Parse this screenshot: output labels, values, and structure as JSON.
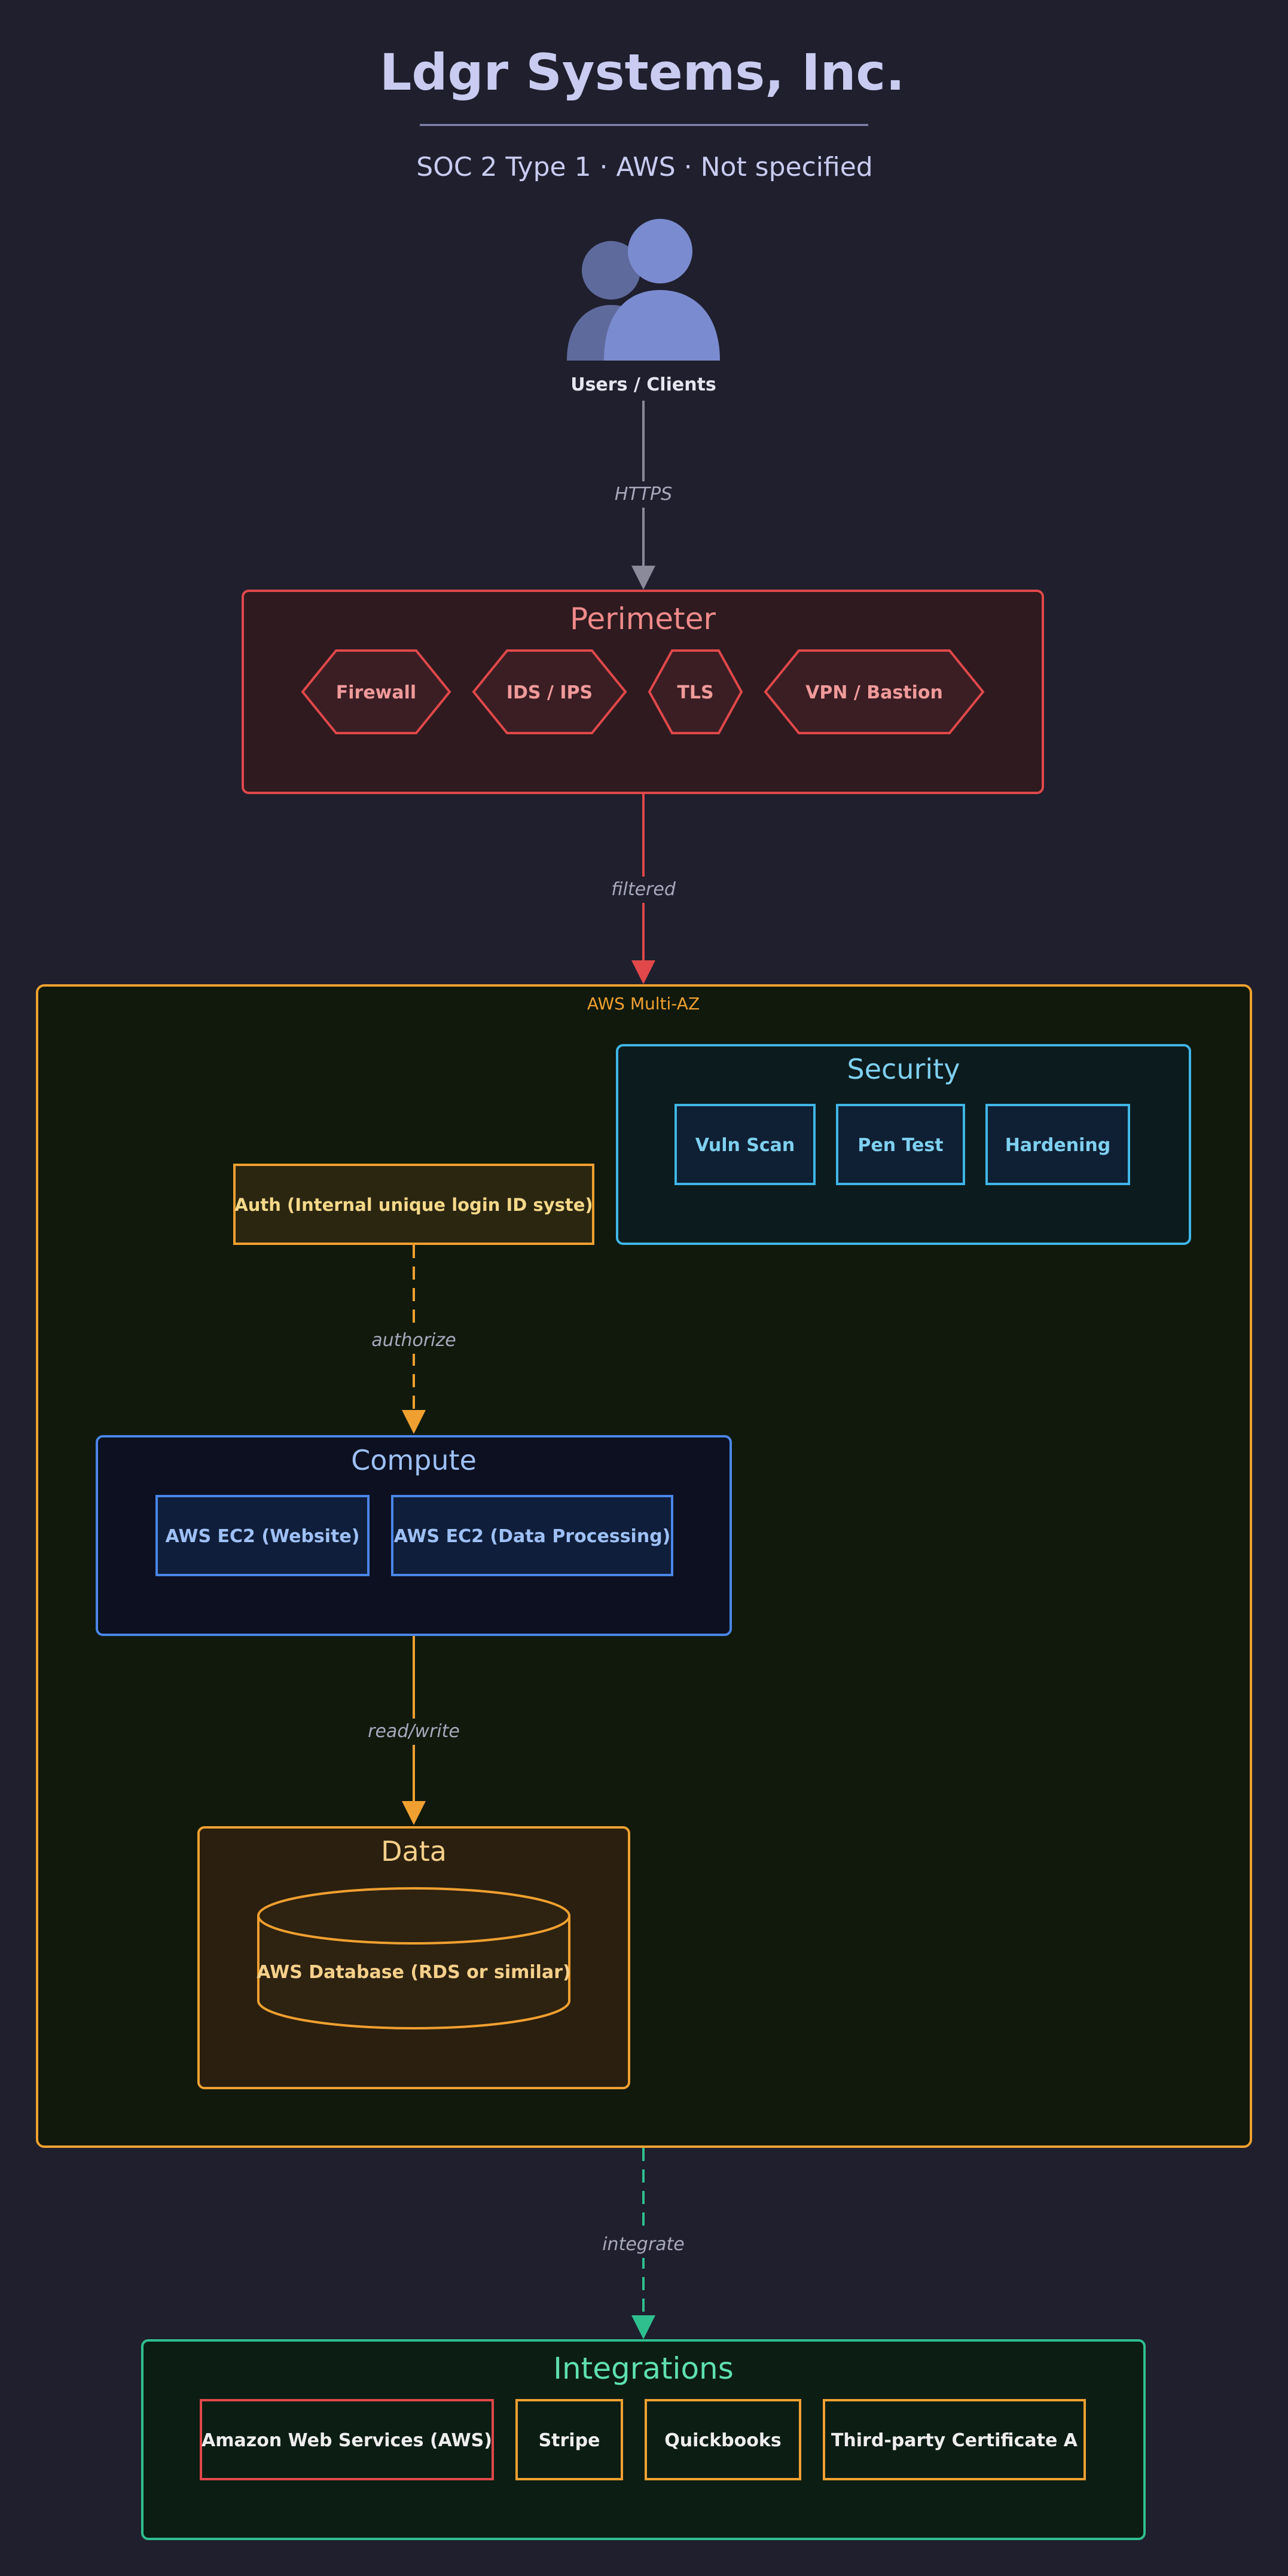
{
  "header": {
    "title": "Ldgr Systems, Inc.",
    "subtitle": "SOC 2 Type 1 · AWS · Not specified"
  },
  "users": {
    "label": "Users / Clients",
    "icon": "users-icon"
  },
  "edges": {
    "https": "HTTPS",
    "filtered": "filtered",
    "authorize": "authorize",
    "read_write": "read/write",
    "integrate": "integrate"
  },
  "perimeter": {
    "title": "Perimeter",
    "items": [
      "Firewall",
      "IDS / IPS",
      "TLS",
      "VPN / Bastion"
    ]
  },
  "cloud": {
    "label": "AWS Multi-AZ"
  },
  "security": {
    "title": "Security",
    "items": [
      "Vuln Scan",
      "Pen Test",
      "Hardening"
    ]
  },
  "auth": {
    "label": "Auth (Internal unique login ID syste)"
  },
  "compute": {
    "title": "Compute",
    "items": [
      "AWS EC2 (Website)",
      "AWS EC2 (Data Processing)"
    ]
  },
  "data": {
    "title": "Data",
    "db_label": "AWS Database (RDS or similar)"
  },
  "integrations": {
    "title": "Integrations",
    "items": [
      "Amazon Web Services (AWS)",
      "Stripe",
      "Quickbooks",
      "Third-party Certificate A"
    ]
  },
  "colors": {
    "background": "#1f1f2e",
    "title_text": "#c9ccf0",
    "perimeter": "#e0484a",
    "cloud": "#f0a030",
    "security": "#3fb6e6",
    "compute": "#4a86e8",
    "data": "#f0a030",
    "integrations": "#2fbf8f",
    "edge_neutral": "#8a8a9a"
  }
}
